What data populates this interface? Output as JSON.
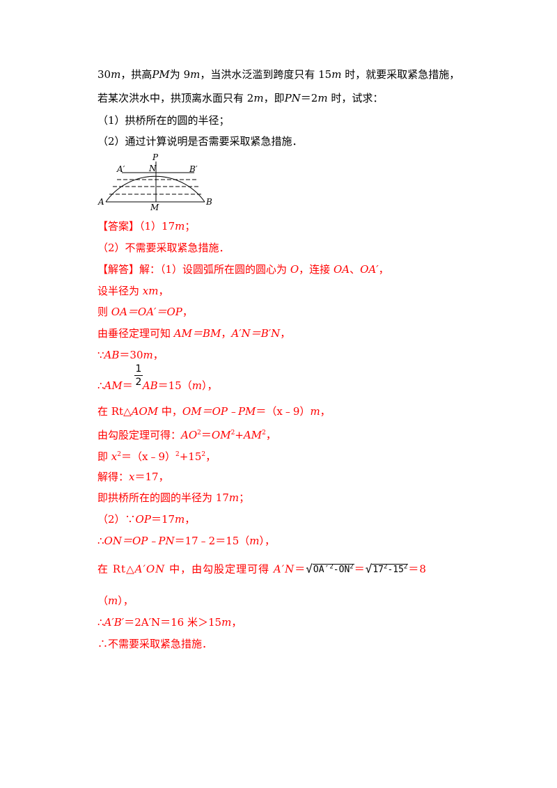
{
  "problem": {
    "line1": {
      "a": "30",
      "u1": "m",
      "b": "，拱高",
      "pm": "PM",
      "c": "为 9",
      "u2": "m",
      "d": "，当洪水泛滥到跨度只有 15",
      "u3": "m",
      "e": " 时，就要采取紧急措施，"
    },
    "line2": {
      "a": "若某次洪水中，拱顶离水面只有 2",
      "u1": "m",
      "b": "，即",
      "pn": "PN",
      "c": "＝2",
      "u2": "m",
      "d": " 时，试求："
    },
    "q1": "（1）拱桥所在的圆的半径；",
    "q2": "（2）通过计算说明是否需要采取紧急措施．"
  },
  "diagram": {
    "labels": {
      "P": "P",
      "N": "N",
      "A1": "A′",
      "B1": "B′",
      "A": "A",
      "B": "B",
      "M": "M"
    }
  },
  "answer": {
    "tag": "【答案】",
    "a1": "（1）17",
    "a1u": "m",
    "a1e": "；",
    "a2": "（2）不需要采取紧急措施．"
  },
  "solution": {
    "tag": "【解答】",
    "s1": {
      "a": "解：（1）设圆弧所在圆的圆心为 ",
      "o": "O",
      "b": "，连接 ",
      "oa": "OA",
      "c": "、",
      "oa1": "OA′",
      "d": "，"
    },
    "s2": {
      "a": "设半径为 ",
      "x": "xm",
      "b": "，"
    },
    "s3": {
      "a": "则 ",
      "e": "OA＝OA′＝OP",
      "b": "，"
    },
    "s4": {
      "a": "由垂径定理可知 ",
      "e1": "AM＝BM",
      "b": "，",
      "e2": "A′N＝B′N",
      "c": "，"
    },
    "s5": {
      "a": "∵",
      "e": "AB",
      "b": "＝30",
      "u": "m",
      "c": "，"
    },
    "s6": {
      "a": "∴",
      "am": "AM",
      "b": "＝",
      "num": "1",
      "den": "2",
      "ab": "AB",
      "c": "＝15（",
      "u": "m",
      "d": "），"
    },
    "s7": {
      "a": "在 Rt△",
      "aom": "AOM",
      "b": " 中，",
      "e": "OM＝OP﹣PM",
      "c": "＝（x﹣9）",
      "u": "m",
      "d": "，"
    },
    "s8": {
      "a": "由勾股定理可得：",
      "e": "AO",
      "sup1": "2",
      "b": "＝",
      "om": "OM",
      "sup2": "2",
      "c": "+",
      "am": "AM",
      "sup3": "2",
      "d": "，"
    },
    "s9": {
      "a": "即 ",
      "x": "x",
      "sup1": "2",
      "b": "＝（x﹣9）",
      "sup2": "2",
      "c": "+15",
      "sup3": "2",
      "d": "，"
    },
    "s10": {
      "a": "解得：",
      "x": "x",
      "b": "＝17，"
    },
    "s11": {
      "a": "即拱桥所在的圆的半径为 17",
      "u": "m",
      "b": "；"
    },
    "s12": {
      "a": "（2）∵",
      "op": "OP",
      "b": "＝17",
      "u": "m",
      "c": "，"
    },
    "s13": {
      "a": "∴",
      "e": "ON＝OP﹣PN",
      "b": "＝17﹣2＝15（",
      "u": "m",
      "c": "），"
    },
    "s14": {
      "a": "在 Rt△",
      "e": "A′ON",
      "b": " 中，由勾股定理可得 ",
      "an": "A′N",
      "eq": "＝",
      "r1": "OA′",
      "r1sup": "2",
      "r1m": "-ON",
      "r1sup2": "2",
      "eq2": "＝",
      "r2": "17",
      "r2sup": "2",
      "r2m": "-15",
      "r2sup2": "2",
      "eq3": "＝8"
    },
    "s15": {
      "a": "（",
      "u": "m",
      "b": "），"
    },
    "s16": {
      "a": "∴",
      "e": "A′B′",
      "b": "＝2A′N＝16 米＞15",
      "u": "m",
      "c": "，"
    },
    "s17": "∴不需要采取紧急措施．"
  }
}
